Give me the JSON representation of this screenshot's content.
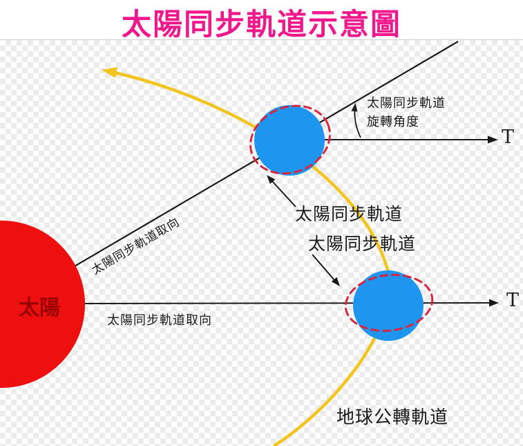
{
  "title": "太陽同步軌道示意圖",
  "colors": {
    "title": "#f0188c",
    "sun": "#ee0f0f",
    "sun_label": "#990000",
    "earth": "#1e96f0",
    "orbit_dash": "#d92540",
    "revolution": "#f3c41d",
    "line": "#1a1a1a",
    "checker": "#ececec"
  },
  "labels": {
    "sun": "太陽",
    "diagonal_orientation": "太陽同步軌道取向",
    "horizontal_orientation": "太陽同步軌道取向",
    "rotation_angle_line1": "太陽同步軌道",
    "rotation_angle_line2": "旋轉角度",
    "axis_t_upper": "T",
    "axis_t_lower": "T",
    "orbit_upper": "太陽同步軌道",
    "orbit_lower": "太陽同步軌道",
    "earth_revolution": "地球公轉軌道"
  }
}
